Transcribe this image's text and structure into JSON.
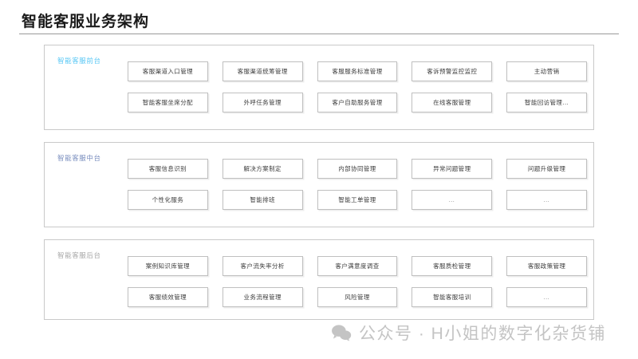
{
  "page": {
    "title": "智能客服业务架构"
  },
  "watermark": {
    "icon": "wechat-icon",
    "text": "公众号 · H小姐的数字化杂货铺",
    "color": "#c4c4c4"
  },
  "colors": {
    "front_label": "#5bc8f5",
    "mid_label": "#7b8fbf",
    "back_label": "#a8a8a8",
    "box_border": "#bfbfbf",
    "section_border": "#c9c9c9",
    "text": "#3c3c3c"
  },
  "sections": [
    {
      "label": "智能客服前台",
      "label_class": "label-front",
      "rows": [
        [
          "客服渠道入口管理",
          "客服渠道统筹管理",
          "客服服务标准管理",
          "客诉预警监控监控",
          "主动营销"
        ],
        [
          "智能客服坐席分配",
          "外呼任务管理",
          "客户自助服务管理",
          "在线客服管理",
          "智能回访管理…"
        ]
      ]
    },
    {
      "label": "智能客服中台",
      "label_class": "label-mid",
      "rows": [
        [
          "客服信息识别",
          "解决方案制定",
          "内部协同管理",
          "异常问题管理",
          "问题升级管理"
        ],
        [
          "个性化服务",
          "智能排班",
          "智能工单管理",
          "…",
          "…"
        ]
      ]
    },
    {
      "label": "智能客服后台",
      "label_class": "label-back",
      "rows": [
        [
          "案例知识库管理",
          "客户流失率分析",
          "客户满意度调查",
          "客服质检管理",
          "客服政策管理"
        ],
        [
          "客服绩效管理",
          "业务流程管理",
          "风险管理",
          "智能客服培训",
          "…"
        ]
      ]
    }
  ]
}
